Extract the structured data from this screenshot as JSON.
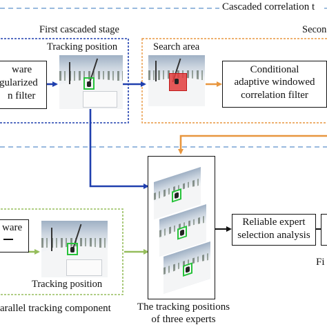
{
  "colors": {
    "blue": "#1f3fae",
    "orange": "#e8963e",
    "green": "#95bd5b",
    "dash_blue": "#5b8fc9"
  },
  "labels": {
    "cascaded_header": "Cascaded correlation t",
    "first_stage": "First cascaded stage",
    "second_stage": "Secon",
    "tracking_position_top": "Tracking position",
    "search_area": "Search area",
    "filter_left_line1": "ware",
    "filter_left_line2": "gularized",
    "filter_left_line3": "n filter",
    "cond_line1": "Conditional",
    "cond_line2": "adaptive windowed",
    "cond_line3": "correlation filter",
    "reliable_line1": "Reliable expert",
    "reliable_line2": "selection analysis",
    "parallel_box_line1": "ware",
    "tracking_position_bottom": "Tracking position",
    "parallel_component": "arallel tracking component",
    "three_experts_line1": "The tracking positions",
    "three_experts_line2": "of three experts",
    "right_cut": "Fi"
  }
}
